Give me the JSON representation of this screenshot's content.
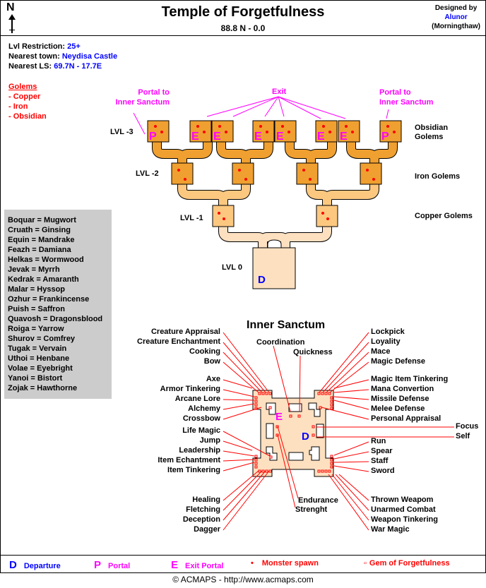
{
  "header": {
    "title": "Temple of Forgetfulness",
    "coords": "88.8 N - 0.0",
    "compass_label": "N",
    "designed_by_label": "Designed by",
    "designer": "Alunor",
    "designer_server": "(Morningthaw)"
  },
  "info": {
    "lvl_restriction_label": "Lvl Restriction:",
    "lvl_restriction_value": "25+",
    "nearest_town_label": "Nearest town:",
    "nearest_town_value": "Neydisa Castle",
    "nearest_ls_label": "Nearest LS:",
    "nearest_ls_value": "69.7N - 17.7E"
  },
  "golems": {
    "title": "Golems",
    "items": [
      "- Copper",
      "- Iron",
      "- Obsidian"
    ]
  },
  "herbs": [
    "Boquar = Mugwort",
    "Cruath = Ginsing",
    "Equin = Mandrake",
    "Feazh = Damiana",
    "Helkas = Wormwood",
    "Jevak = Myrrh",
    "Kedrak = Amaranth",
    "Malar = Hyssop",
    "Ozhur = Frankincense",
    "Puish = Saffron",
    "Quavosh = Dragonsblood",
    "Roiga = Yarrow",
    "Shurov = Comfrey",
    "Tugak = Vervain",
    "Uthoi = Henbane",
    "Volae = Eyebright",
    "Yanoi = Bistort",
    "Zojak = Hawthorne"
  ],
  "dungeon": {
    "portal_label_line1": "Portal to",
    "portal_label_line2": "Inner Sanctum",
    "exit_label": "Exit",
    "levels": [
      "LVL -3",
      "LVL -2",
      "LVL -1",
      "LVL 0"
    ],
    "level_notes": [
      "Obsidian",
      "Golems",
      "Iron Golems",
      "Copper Golems"
    ],
    "top_rooms": [
      "P",
      "E",
      "E",
      "E",
      "E",
      "E",
      "E",
      "P"
    ],
    "departure_marker": "D"
  },
  "sanctum": {
    "title": "Inner Sanctum",
    "left_top": [
      "Creature Appraisal",
      "Creature Enchantment",
      "Cooking",
      "Bow"
    ],
    "left_mid": [
      "Axe",
      "Armor Tinkering",
      "Arcane Lore",
      "Alchemy",
      "Crossbow"
    ],
    "left_low": [
      "Life Magic",
      "Jump",
      "Leadership",
      "Item Echantment",
      "Item Tinkering"
    ],
    "left_bottom": [
      "Healing",
      "Fletching",
      "Deception",
      "Dagger"
    ],
    "center_top": [
      "Coordination",
      "Quickness"
    ],
    "center_bottom": [
      "Endurance",
      "Strenght"
    ],
    "right_top": [
      "Lockpick",
      "Loyality",
      "Mace",
      "Magic Defense"
    ],
    "right_mid": [
      "Magic Item Tinkering",
      "Mana Convertion",
      "Missile Defense",
      "Melee Defense",
      "Personal Appraisal"
    ],
    "right_far": [
      "Focus",
      "Self"
    ],
    "right_low": [
      "Run",
      "Spear",
      "Staff",
      "Sword"
    ],
    "right_bottom": [
      "Thrown Weapom",
      "Unarmed Combat",
      "Weapon Tinkering",
      "War Magic"
    ],
    "markers": {
      "exit": "E",
      "departure": "D"
    }
  },
  "legend": {
    "d_glyph": "D",
    "d_label": "Departure",
    "p_glyph": "P",
    "p_label": "Portal",
    "e_glyph": "E",
    "e_label": "Exit Portal",
    "spawn_glyph": "•",
    "spawn_label": "Monster spawn",
    "gem_glyph": "▫",
    "gem_label": "Gem of Forgetfulness"
  },
  "footer": "© ACMAPS - http://www.acmaps.com",
  "colors": {
    "accent_blue": "#0000ff",
    "magenta": "#ff00ff",
    "red": "#ff0000",
    "room_dark": "#f0a030",
    "room_mid": "#fcc880",
    "room_light": "#fde0c0",
    "herb_bg": "#cccccc"
  }
}
